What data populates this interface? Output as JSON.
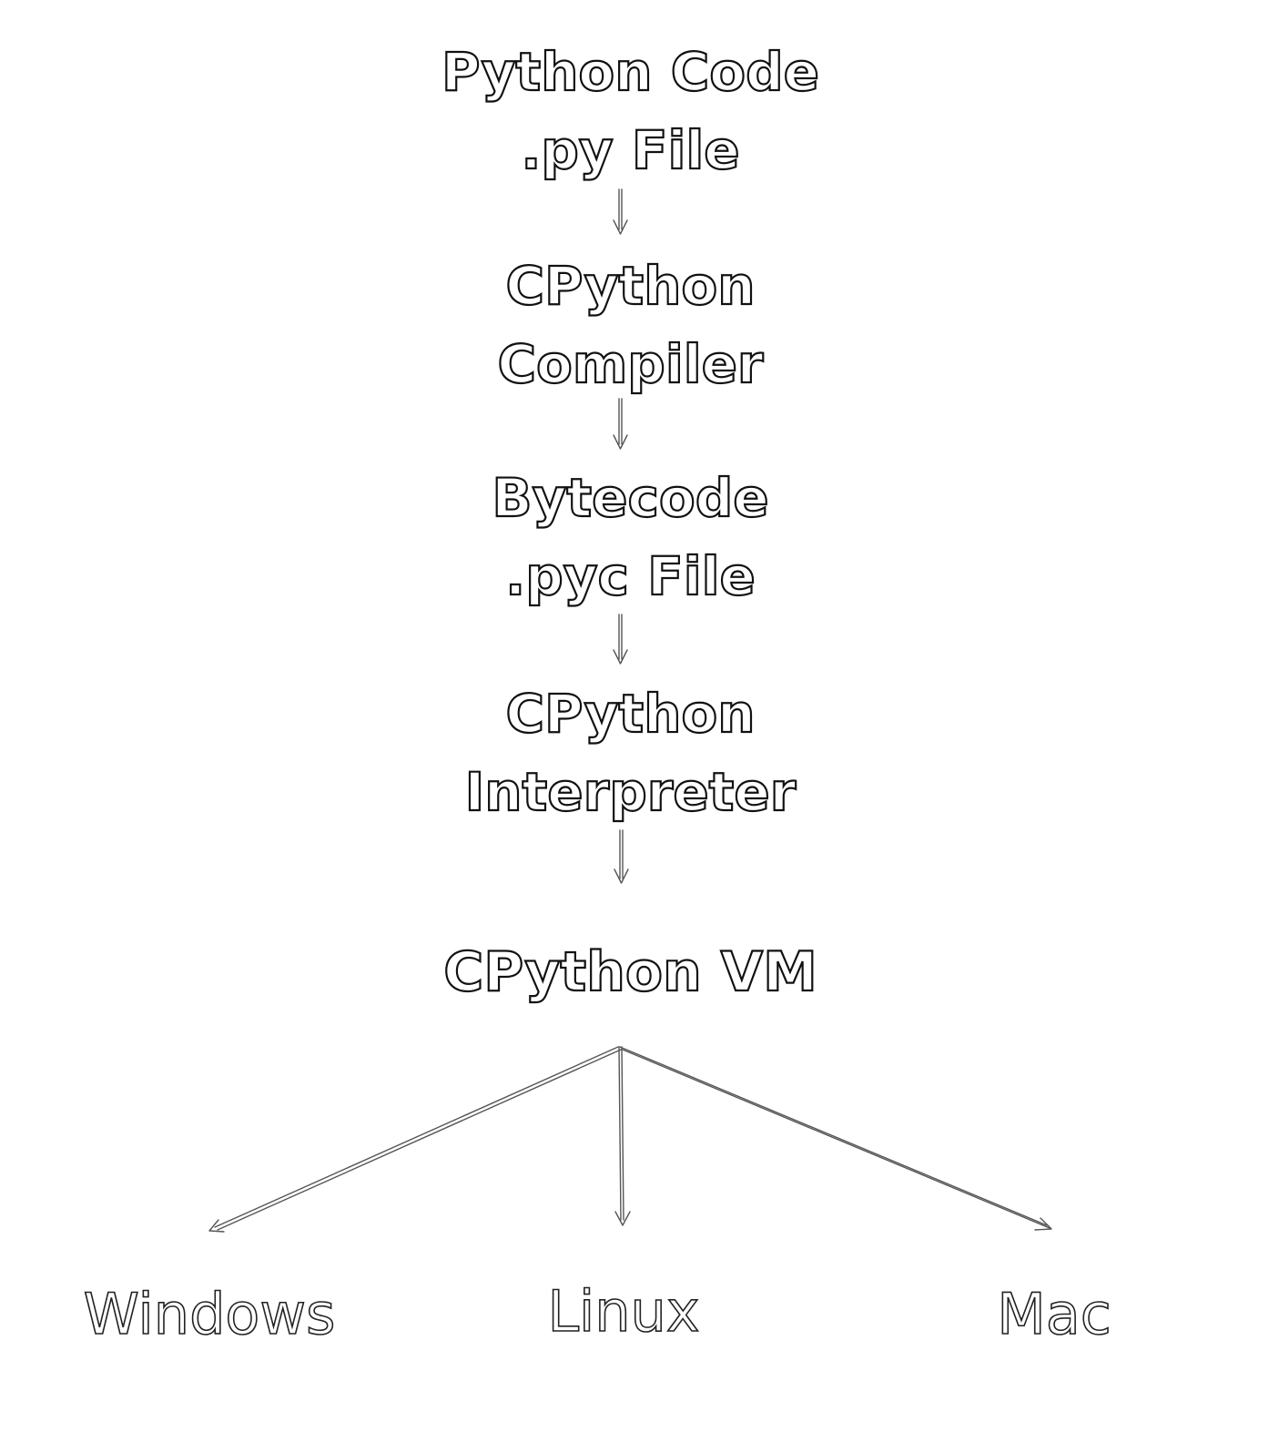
{
  "diagram": {
    "steps": [
      {
        "id": "source",
        "lines": [
          "Python Code",
          ".py File"
        ]
      },
      {
        "id": "compiler",
        "lines": [
          "CPython",
          "Compiler"
        ]
      },
      {
        "id": "bytecode",
        "lines": [
          "Bytecode",
          ".pyc File"
        ]
      },
      {
        "id": "interpreter",
        "lines": [
          "CPython",
          "Interpreter"
        ]
      },
      {
        "id": "vm",
        "lines": [
          "CPython VM"
        ]
      }
    ],
    "platforms": [
      "Windows",
      "Linux",
      "Mac"
    ],
    "colors": {
      "text_fill": "#ffffff",
      "outline": "#111111",
      "arrow": "#555555",
      "background": "#ffffff"
    }
  }
}
